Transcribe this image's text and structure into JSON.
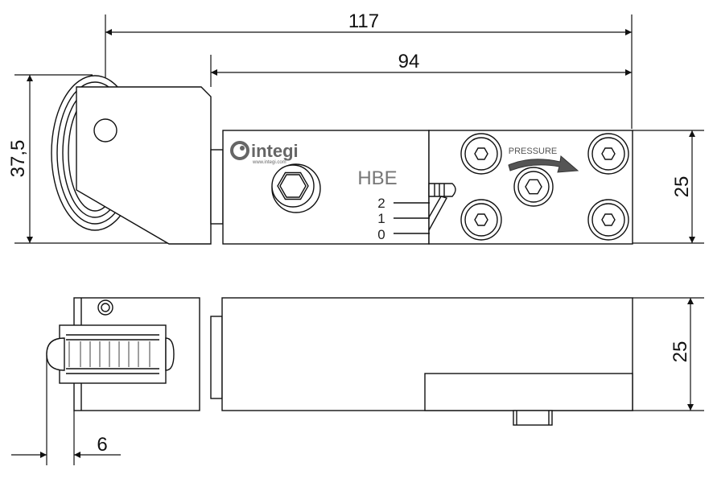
{
  "dimensions": {
    "overall_length": "117",
    "body_length": "94",
    "roller_height": "37,5",
    "body_height_top": "25",
    "body_height_side": "25",
    "roller_offset": "6"
  },
  "labels": {
    "brand": "integi",
    "website": "www.integi.com",
    "model": "HBE",
    "pressure": "PRESSURE",
    "level_2": "2",
    "level_1": "1",
    "level_0": "0"
  },
  "colors": {
    "line": "#111111",
    "text": "#111111",
    "model_text": "#777777",
    "logo": "#666666"
  }
}
